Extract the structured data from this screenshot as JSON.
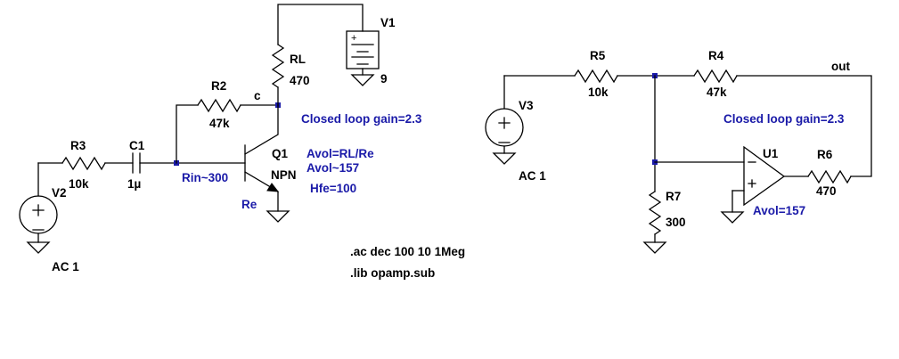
{
  "left_circuit": {
    "source": {
      "ref": "V2",
      "value": "AC 1"
    },
    "r3": {
      "ref": "R3",
      "value": "10k"
    },
    "c1": {
      "ref": "C1",
      "value": "1µ"
    },
    "r2": {
      "ref": "R2",
      "value": "47k"
    },
    "rl": {
      "ref": "RL",
      "value": "470"
    },
    "q1": {
      "ref": "Q1",
      "value": "NPN"
    },
    "v1": {
      "ref": "V1",
      "value": "9",
      "plus": "+"
    },
    "collector_label": "c",
    "emitter_label": "Re",
    "notes": {
      "gain": "Closed loop gain=2.3",
      "avol_formula": "Avol=RL/Re",
      "avol_value": "Avol~157",
      "hfe": "Hfe=100",
      "rin": "Rin~300"
    }
  },
  "right_circuit": {
    "source": {
      "ref": "V3",
      "value": "AC 1"
    },
    "r5": {
      "ref": "R5",
      "value": "10k"
    },
    "r4": {
      "ref": "R4",
      "value": "47k"
    },
    "r7": {
      "ref": "R7",
      "value": "300"
    },
    "r6": {
      "ref": "R6",
      "value": "470"
    },
    "u1": {
      "ref": "U1"
    },
    "out_label": "out",
    "notes": {
      "gain": "Closed loop gain=2.3",
      "avol": "Avol=157"
    }
  },
  "directives": {
    "ac": ".ac dec 100 10 1Meg",
    "lib": ".lib opamp.sub"
  }
}
